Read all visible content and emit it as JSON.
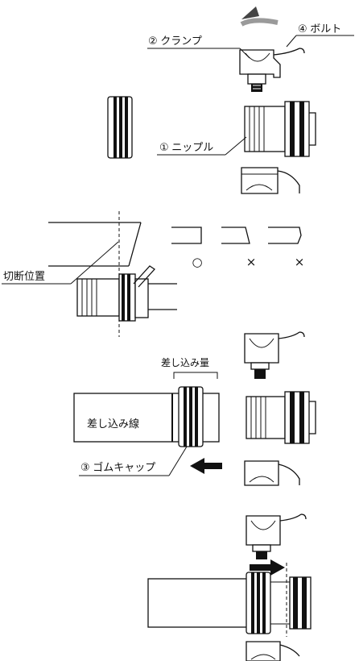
{
  "labels": {
    "clamp": "② クランプ",
    "bolt": "④ ボルト",
    "nipple": "① ニップル",
    "cut_position": "切断位置",
    "insertion_amount": "差し込み量",
    "insertion_line": "差し込み線",
    "rubber_cap": "③ ゴムキャップ"
  },
  "cut_examples": {
    "ok": "○",
    "ng1": "×",
    "ng2": "×"
  },
  "colors": {
    "line": "#111111",
    "arrow_gray": "#9a9a9a",
    "background": "#ffffff"
  }
}
